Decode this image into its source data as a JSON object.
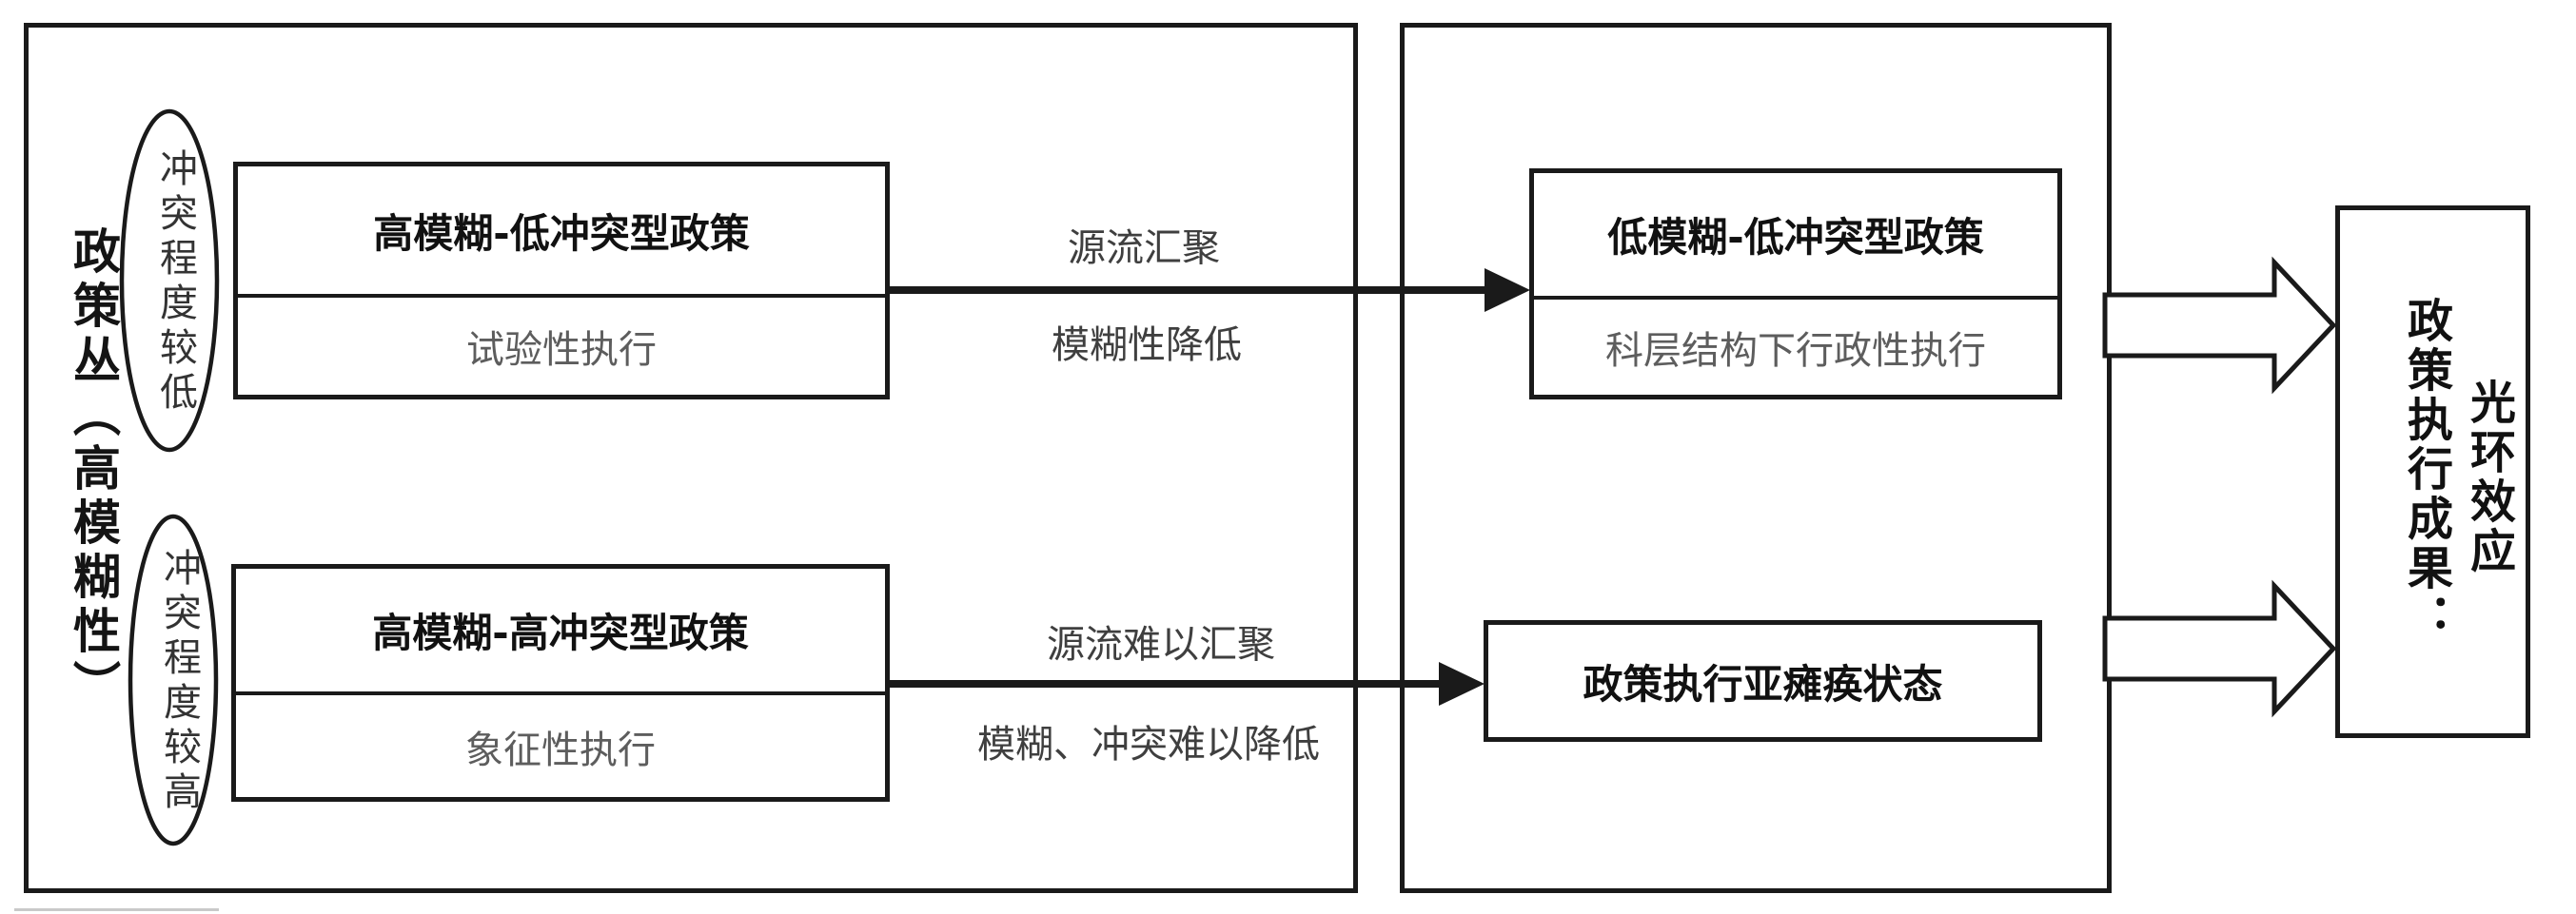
{
  "diagram": {
    "left_panel": {
      "axis_label": "政策丛（高模糊性）",
      "ellipses": [
        {
          "label": "冲突程度较低"
        },
        {
          "label": "冲突程度较高"
        }
      ],
      "boxes": [
        {
          "title": "高模糊-低冲突型政策",
          "subtitle": "试验性执行"
        },
        {
          "title": "高模糊-高冲突型政策",
          "subtitle": "象征性执行"
        }
      ]
    },
    "flow_arrows": [
      {
        "label_top": "源流汇聚",
        "label_bottom": "模糊性降低"
      },
      {
        "label_top": "源流难以汇聚",
        "label_bottom": "模糊、冲突难以降低"
      }
    ],
    "middle_panel": {
      "boxes": [
        {
          "title": "低模糊-低冲突型政策",
          "subtitle": "科层结构下行政性执行"
        },
        {
          "title": "政策执行亚瘫痪状态"
        }
      ]
    },
    "result_box": {
      "column_left": "政策执行成果：",
      "column_right": "光环效应"
    },
    "colors": {
      "line": "#1a1a1a",
      "title_text": "#111111",
      "subtitle_text": "#5d5d5d",
      "label_text": "#3f3f3f",
      "background": "#ffffff"
    }
  }
}
